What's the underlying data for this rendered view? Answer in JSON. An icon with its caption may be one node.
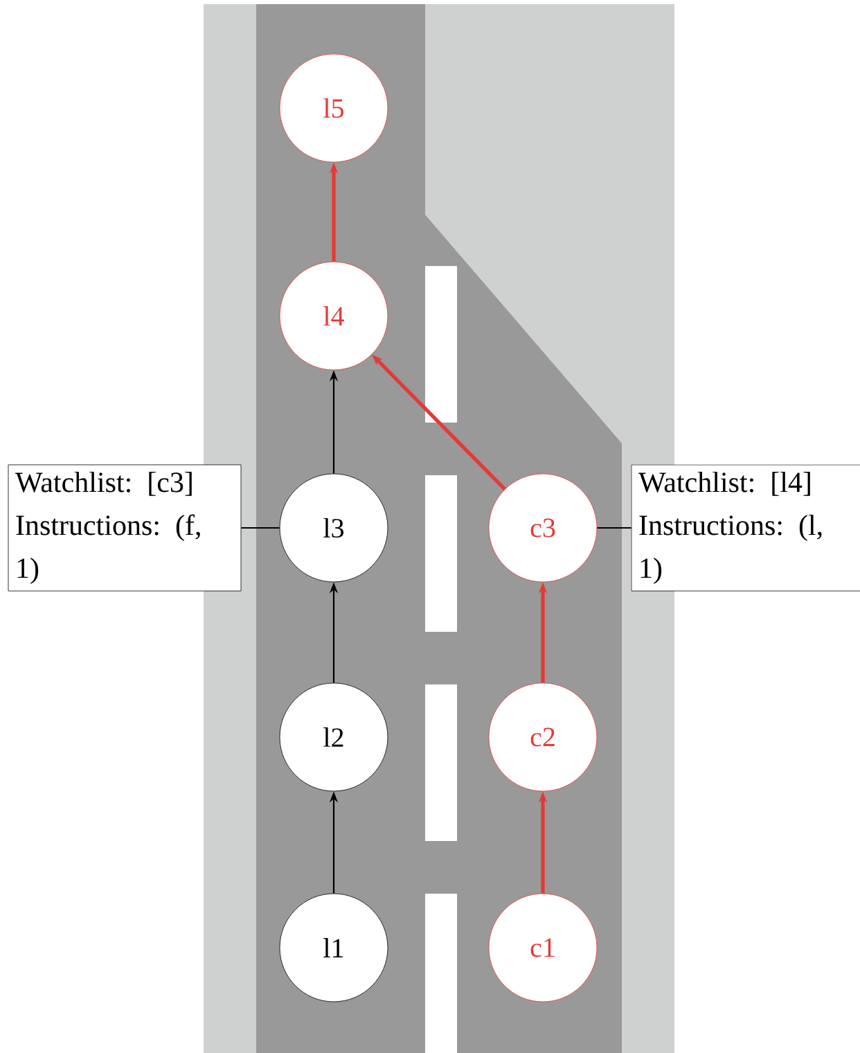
{
  "diagram": {
    "nodes": [
      {
        "text": [
          "l5"
        ]
      },
      {
        "text": [
          "l4"
        ]
      },
      {
        "text": [
          "Watchlist: [c3]",
          "Instructions: (f, 1)"
        ]
      },
      {
        "text": [
          "l3"
        ]
      },
      {
        "text": [
          "c3"
        ]
      },
      {
        "text": [
          "Watchlist: [l4]",
          "Instructions: (l, 1)"
        ]
      },
      {
        "text": [
          "l2"
        ]
      },
      {
        "text": [
          "c2"
        ]
      },
      {
        "text": [
          "l1"
        ]
      },
      {
        "text": [
          "c1"
        ]
      }
    ],
    "edges": [
      {
        "from": 8,
        "to": 6,
        "arrow": "to"
      },
      {
        "from": 6,
        "to": 3,
        "arrow": "to"
      },
      {
        "from": 3,
        "to": 1,
        "arrow": "to"
      },
      {
        "from": 1,
        "to": 0,
        "arrow": "to",
        "style": "thick",
        "color": "#e53935"
      },
      {
        "from": 9,
        "to": 7,
        "arrow": "to",
        "style": "thick",
        "color": "#e53935"
      },
      {
        "from": 7,
        "to": 4,
        "arrow": "to",
        "style": "thick",
        "color": "#e53935"
      },
      {
        "from": 4,
        "to": 1,
        "arrow": "to",
        "style": "thick",
        "color": "#e53935"
      },
      {
        "from": 2,
        "to": 3,
        "arrow": "none"
      },
      {
        "from": 4,
        "to": 5,
        "arrow": "none"
      }
    ]
  }
}
